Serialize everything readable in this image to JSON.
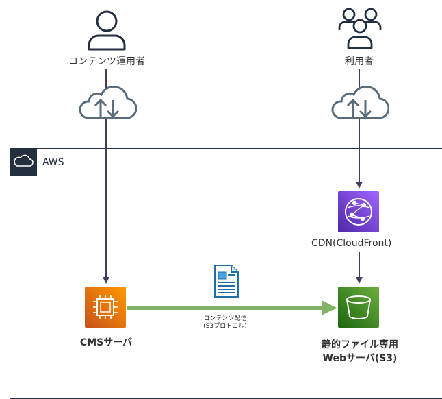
{
  "actors": {
    "operator": {
      "label": "コンテンツ運用者",
      "icon": "user-icon"
    },
    "users": {
      "label": "利用者",
      "icon": "users-icon"
    }
  },
  "cloud_icons": {
    "icon": "cloud-upload-download-icon"
  },
  "aws_group": {
    "label": "AWS",
    "icon": "aws-cloud-icon",
    "color": "#232f3e"
  },
  "services": {
    "cms": {
      "label": "CMSサーバ",
      "icon": "ec2-instance-icon",
      "color": "#ed7100"
    },
    "cdn": {
      "label": "CDN(CloudFront)",
      "icon": "cloudfront-icon",
      "color": "#8c4fff"
    },
    "s3": {
      "label_line1": "静的ファイル専用",
      "label_line2": "Webサーバ(S3)",
      "icon": "s3-bucket-icon",
      "color": "#3f8624"
    }
  },
  "delivery": {
    "label_line1": "コンテンツ配信",
    "label_line2": "(S3プロトコル)",
    "icon": "document-icon",
    "arrow_color": "#82b366"
  },
  "connector_color": "#4a3a5c"
}
